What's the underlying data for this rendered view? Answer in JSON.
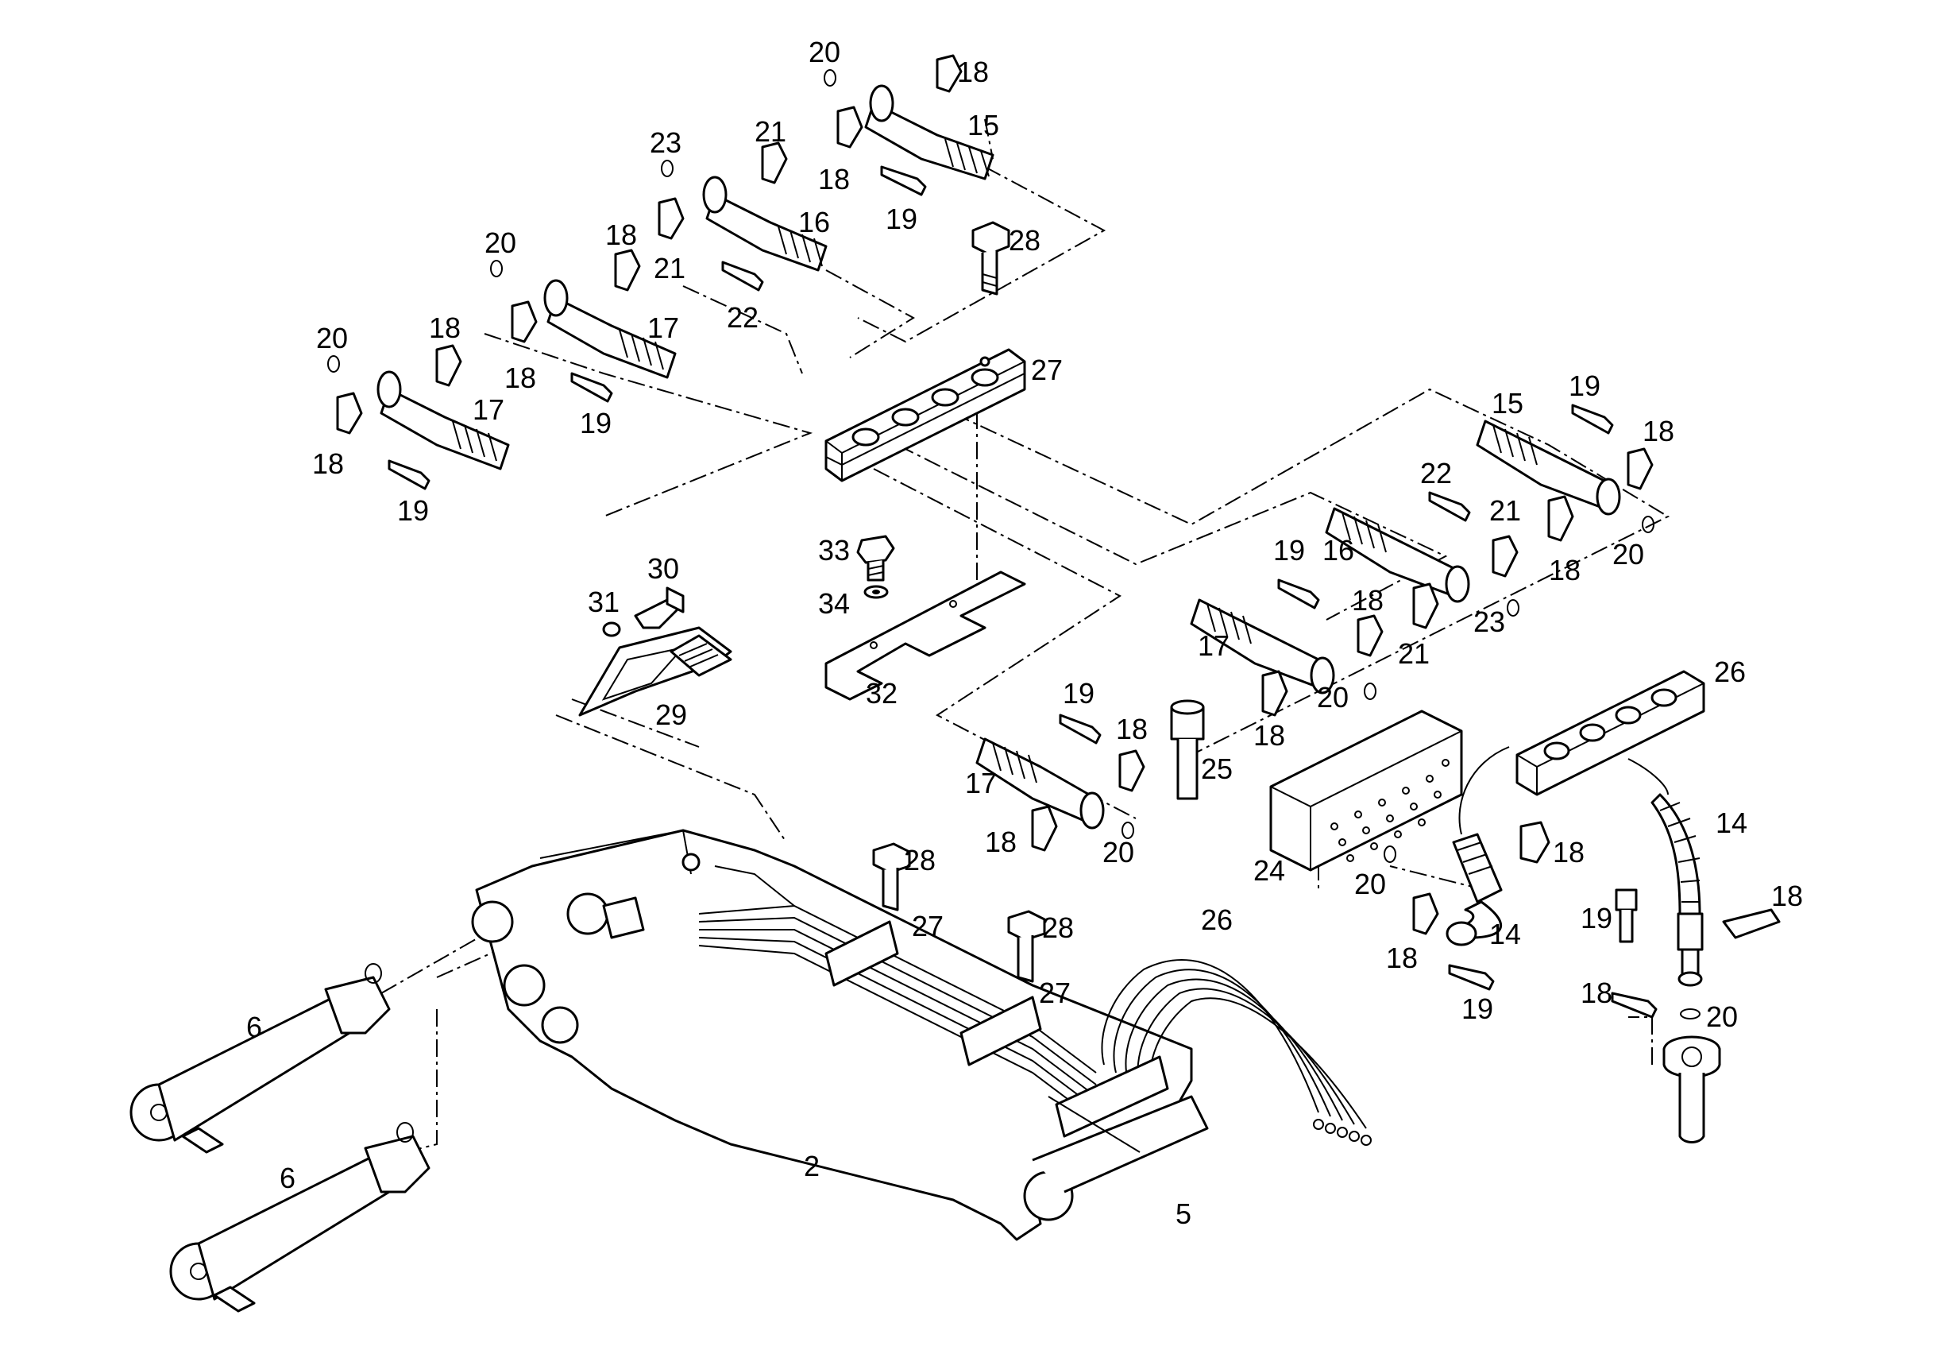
{
  "labels": {
    "l_20a": "20",
    "l_18a": "18",
    "l_15a": "15",
    "l_18b": "18",
    "l_19a": "19",
    "l_21a": "21",
    "l_23a": "23",
    "l_16a": "16",
    "l_18c": "18",
    "l_21b": "21",
    "l_22a": "22",
    "l_28a": "28",
    "l_20b": "20",
    "l_18d": "18",
    "l_17a": "17",
    "l_18e": "18",
    "l_19b": "19",
    "l_27a": "27",
    "l_20c": "20",
    "l_18f": "18",
    "l_17b": "17",
    "l_18g": "18",
    "l_19c": "19",
    "l_15b": "15",
    "l_19d": "19",
    "l_18h": "18",
    "l_22b": "22",
    "l_21c": "21",
    "l_18i": "18",
    "l_20d": "20",
    "l_19e": "19",
    "l_16b": "16",
    "l_18j": "18",
    "l_23b": "23",
    "l_21d": "21",
    "l_33": "33",
    "l_34": "34",
    "l_32": "32",
    "l_31": "31",
    "l_30": "30",
    "l_29": "29",
    "l_17c": "17",
    "l_18k": "18",
    "l_20e": "20",
    "l_19f": "19",
    "l_18l": "18",
    "l_17d": "17",
    "l_18m": "18",
    "l_20f": "20",
    "l_25": "25",
    "l_26a": "26",
    "l_24": "24",
    "l_20g": "20",
    "l_14a": "14",
    "l_18n": "18",
    "l_14b": "14",
    "l_18o": "18",
    "l_19g": "19",
    "l_18p": "18",
    "l_19h": "19",
    "l_18q": "18",
    "l_20h": "20",
    "l_28b": "28",
    "l_27b": "27",
    "l_28c": "28",
    "l_27c": "27",
    "l_26b": "26",
    "l_6a": "6",
    "l_6b": "6",
    "l_2": "2",
    "l_5": "5"
  }
}
